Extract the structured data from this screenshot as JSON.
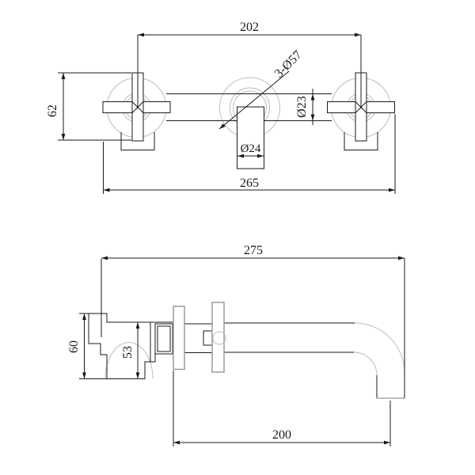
{
  "colors": {
    "line": "#1a1a1a",
    "light_gray": "#bcbcbc",
    "plate_gray": "#9a9a9a",
    "background": "#ffffff"
  },
  "front_view": {
    "handle_spacing": "202",
    "handle_size": "62",
    "escutcheon_count_diameter": "3-Ø57",
    "body_diameter": "Ø23",
    "spout_diameter": "Ø24",
    "overall_width": "265"
  },
  "side_view": {
    "overall_depth": "275",
    "handle_outer": "60",
    "handle_inner": "53",
    "spout_reach": "200"
  }
}
